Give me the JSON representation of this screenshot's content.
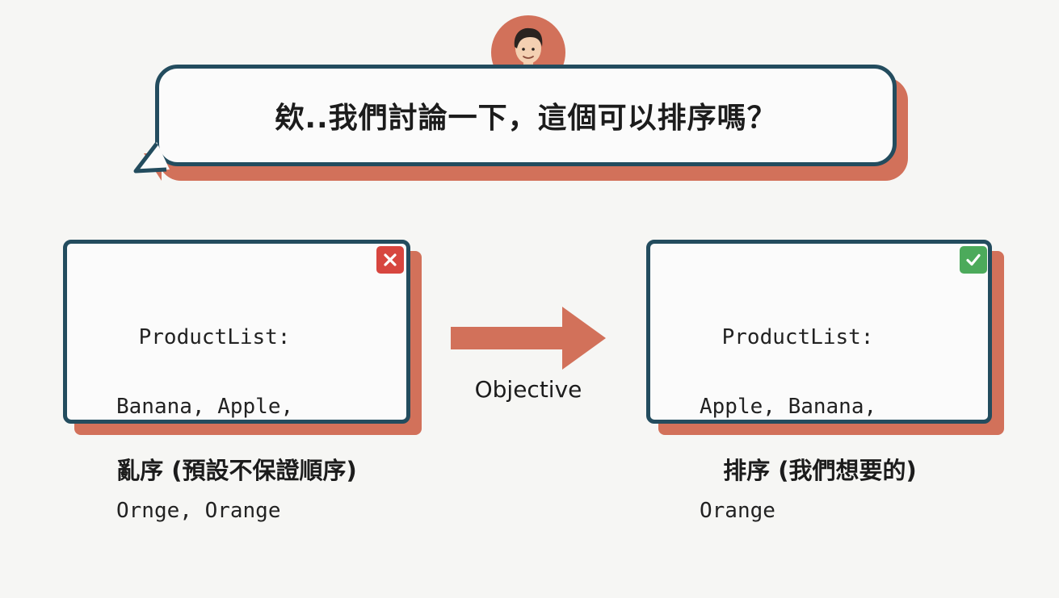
{
  "speech_bubble": {
    "text": "欸..我們討論一下，這個可以排序嗎？"
  },
  "left_panel": {
    "code_line_1": "ProductList:",
    "code_line_2": "Banana, Apple,",
    "code_line_3": "Ornge, Orange",
    "badge_icon": "x-mark-icon",
    "caption": "亂序 (預設不保證順序)"
  },
  "arrow": {
    "label": "Objective"
  },
  "right_panel": {
    "code_line_1": "ProductList:",
    "code_line_2": "Apple, Banana,",
    "code_line_3": "Orange",
    "badge_icon": "check-mark-icon",
    "caption": "排序 (我們想要的)"
  },
  "colors": {
    "accent": "#d2715a",
    "outline": "#234c5e",
    "error": "#d7463f",
    "success": "#4caa5b",
    "background": "#f6f6f4"
  }
}
